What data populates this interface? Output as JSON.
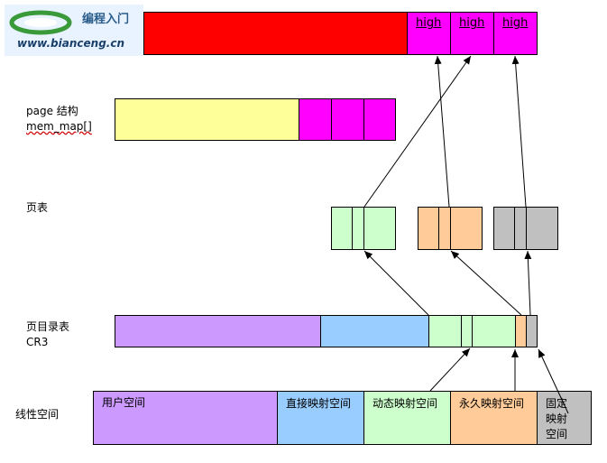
{
  "logo": {
    "title": "编程入门",
    "url": "www.bianceng.cn"
  },
  "rows": {
    "page_struct": {
      "line1": "page 结构",
      "line2": "mem_map[]"
    },
    "page_table": {
      "label": "页表"
    },
    "page_dir": {
      "line1": "页目录表",
      "line2": "CR3"
    },
    "linear": {
      "label": "线性空间"
    }
  },
  "top_bar": {
    "high_labels": [
      "high",
      "high",
      "high"
    ]
  },
  "linear_segments": {
    "user": "用户空间",
    "direct": "直接映射空间",
    "dynamic": "动态映射空间",
    "permanent": "永久映射空间",
    "fixed": "固定映射空间"
  },
  "colors": {
    "red": "#ff0000",
    "magenta": "#ff00ff",
    "light_yellow": "#ffff99",
    "purple": "#cc99ff",
    "light_blue": "#99ccff",
    "light_green": "#ccffcc",
    "peach": "#ffcc99",
    "gray": "#c0c0c0"
  }
}
